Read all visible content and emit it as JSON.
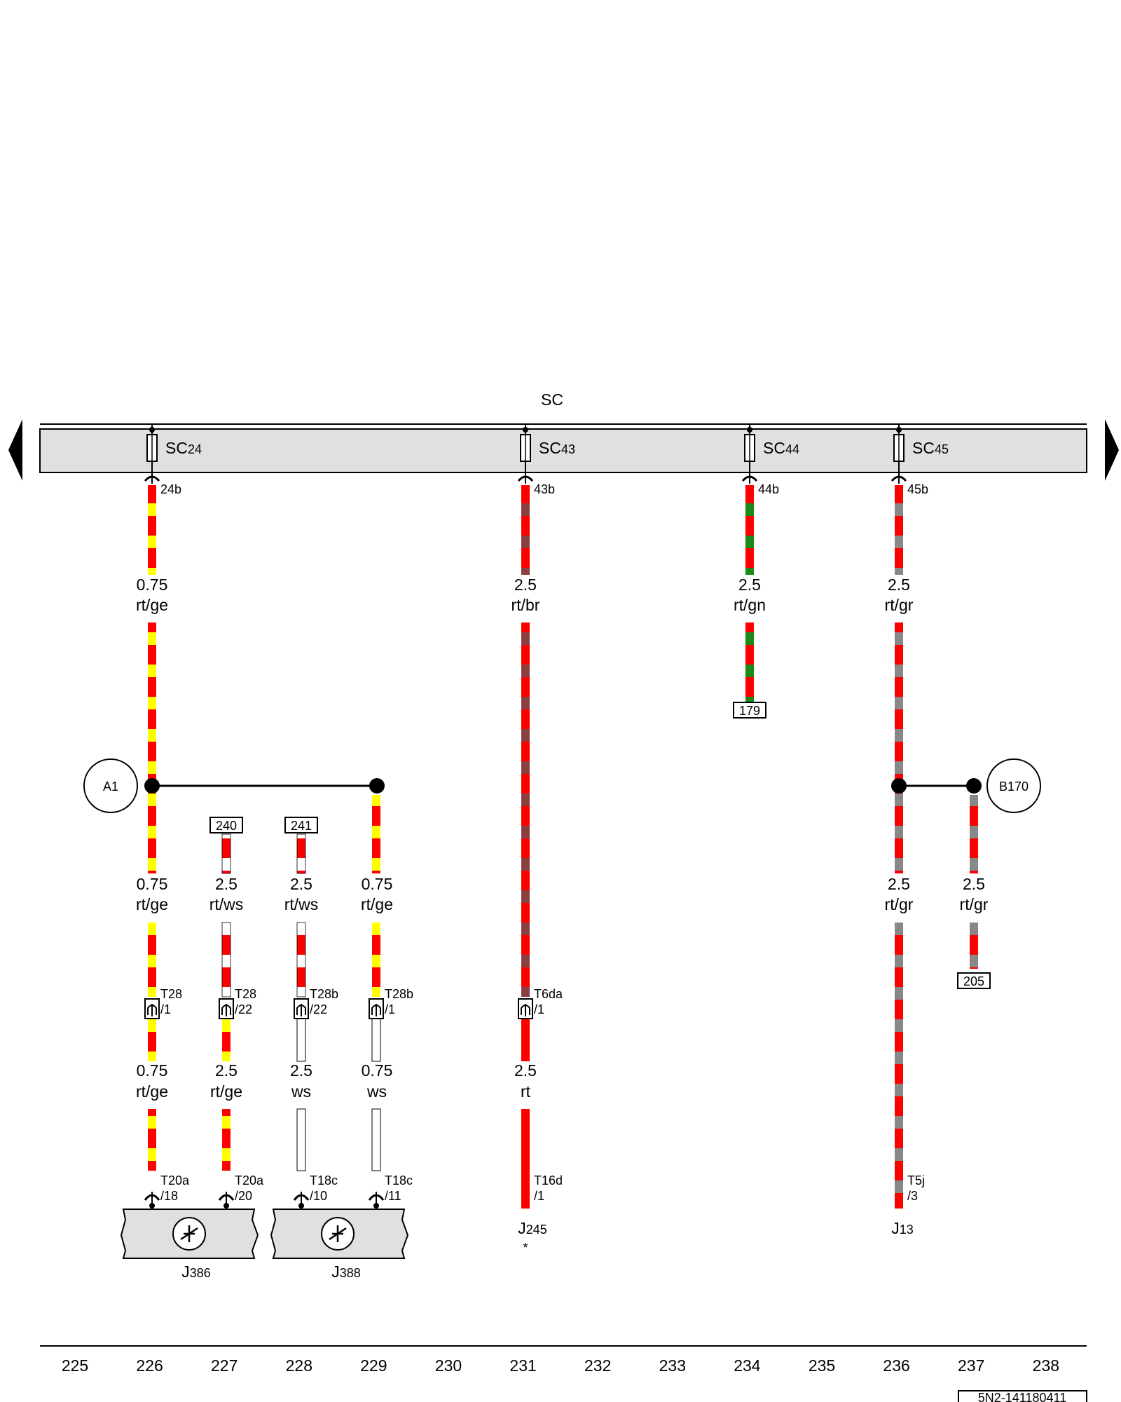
{
  "bus": {
    "name": "SC",
    "fuses": [
      {
        "name": "SC",
        "num": "24",
        "terminal": "24b"
      },
      {
        "name": "SC",
        "num": "43",
        "terminal": "43b"
      },
      {
        "name": "SC",
        "num": "44",
        "terminal": "44b"
      },
      {
        "name": "SC",
        "num": "45",
        "terminal": "45b"
      }
    ]
  },
  "wires": {
    "w1": {
      "size": "0.75",
      "color": "rt/ge"
    },
    "w2": {
      "size": "2.5",
      "color": "rt/br"
    },
    "w3": {
      "size": "2.5",
      "color": "rt/gn"
    },
    "w4": {
      "size": "2.5",
      "color": "rt/gr"
    },
    "w5": {
      "size": "0.75",
      "color": "rt/ge"
    },
    "w6": {
      "size": "2.5",
      "color": "rt/ws"
    },
    "w7": {
      "size": "2.5",
      "color": "rt/ws"
    },
    "w8": {
      "size": "0.75",
      "color": "rt/ge"
    },
    "w9": {
      "size": "2.5",
      "color": "rt/gr"
    },
    "w10": {
      "size": "2.5",
      "color": "rt/gr"
    },
    "w11": {
      "size": "0.75",
      "color": "rt/ge"
    },
    "w12": {
      "size": "2.5",
      "color": "rt/ge"
    },
    "w13": {
      "size": "2.5",
      "color": "ws"
    },
    "w14": {
      "size": "0.75",
      "color": "ws"
    },
    "w15": {
      "size": "2.5",
      "color": "rt"
    }
  },
  "refs": {
    "r179": "179",
    "r240": "240",
    "r241": "241",
    "r205": "205"
  },
  "nodes": {
    "a1": "A1",
    "b170": "B170"
  },
  "connectors": {
    "c1": {
      "name": "T28",
      "pin": "/1"
    },
    "c2": {
      "name": "T28",
      "pin": "/22"
    },
    "c3": {
      "name": "T28b",
      "pin": "/22"
    },
    "c4": {
      "name": "T28b",
      "pin": "/1"
    },
    "c5": {
      "name": "T6da",
      "pin": "/1"
    },
    "c6": {
      "name": "T20a",
      "pin": "/18"
    },
    "c7": {
      "name": "T20a",
      "pin": "/20"
    },
    "c8": {
      "name": "T18c",
      "pin": "/10"
    },
    "c9": {
      "name": "T18c",
      "pin": "/11"
    },
    "c10": {
      "name": "T16d",
      "pin": "/1"
    },
    "c11": {
      "name": "T5j",
      "pin": "/3"
    }
  },
  "components": {
    "j386": {
      "letter": "J",
      "num": "386"
    },
    "j388": {
      "letter": "J",
      "num": "388"
    },
    "j245": {
      "letter": "J",
      "num": "245",
      "note": "*"
    },
    "j13": {
      "letter": "J",
      "num": "13"
    }
  },
  "scale": [
    "225",
    "226",
    "227",
    "228",
    "229",
    "230",
    "231",
    "232",
    "233",
    "234",
    "235",
    "236",
    "237",
    "238"
  ],
  "doc_code": "5N2-141180411",
  "colors": {
    "rt": "#ff0000",
    "ge": "#ffff00",
    "br": "#8b4040",
    "gn": "#1a8a1a",
    "gr": "#888888",
    "ws": "#ffffff",
    "bus_fill": "#e0e0e0"
  }
}
